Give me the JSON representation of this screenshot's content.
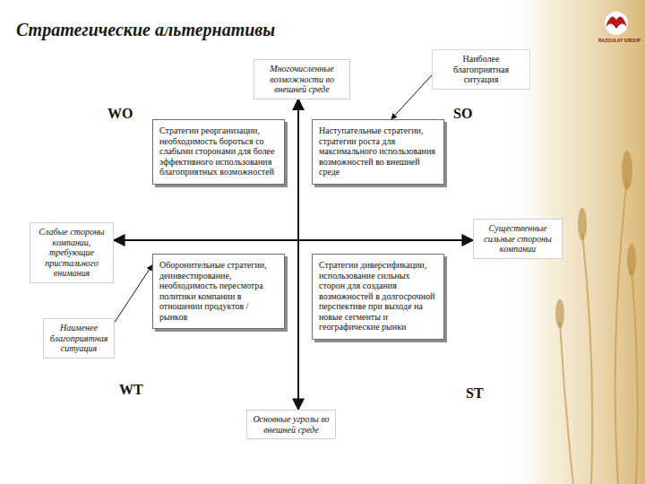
{
  "diagram": {
    "title": "Стратегические альтернативы",
    "nodes": [
      {
        "text": [
          "Многочисленные возможности во внешней среде"
        ]
      },
      {
        "text": [
          "Наиболее благоприятная ситуация"
        ]
      },
      {
        "text": [
          "Стратегии реорганизации, необходимость бороться со слабыми сторонами для более эффективного использования благоприятных возможностей"
        ]
      },
      {
        "text": [
          "Наступательные стратегии, стратегии роста для максимального использования возможностей во внешней среде"
        ]
      },
      {
        "text": [
          "Слабые стороны компании, требующие пристального внимания"
        ]
      },
      {
        "text": [
          "Существенные сильные стороны компании"
        ]
      },
      {
        "text": [
          "Оборонительные стратегии, деинвестирование, необходимость пересмотра политики компании в отношении продуктов / рынков"
        ]
      },
      {
        "text": [
          "Стратегии диверсификации, использование сильных сторон для создания возможностей в долгосрочной перспективе при выходе на новые сегменты и географические рынки"
        ]
      },
      {
        "text": [
          "Наименее благоприятная ситуация"
        ]
      },
      {
        "text": [
          "Основные угрозы во внешней среде"
        ]
      }
    ],
    "edges": [
      {
        "from": 0,
        "to": 9,
        "arrow": "both"
      },
      {
        "from": 4,
        "to": 5,
        "arrow": "both"
      },
      {
        "from": 8,
        "to": 6,
        "arrow": "to"
      },
      {
        "from": 1,
        "to": 3,
        "arrow": "to"
      }
    ],
    "labels": [
      "WO",
      "SO",
      "WT",
      "ST",
      "RAZGULAY GROUP"
    ]
  }
}
